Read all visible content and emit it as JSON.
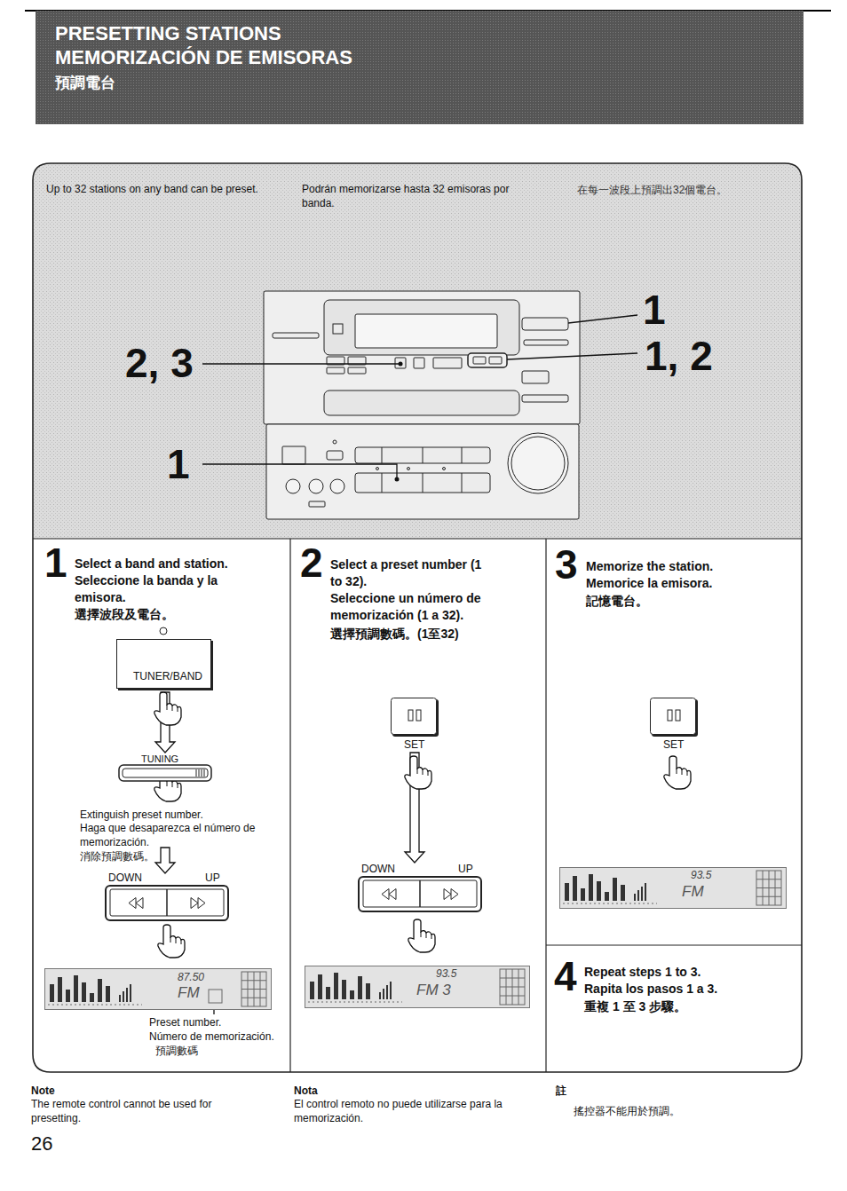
{
  "diagram": {
    "nodes": [
      {
        "text": [
          "PRESETTING STATIONS",
          "MEMORIZACIÓN DE EMISORAS",
          "預調電台"
        ]
      },
      {
        "text": [
          "1",
          "Select a band and station.",
          "Seleccione la banda y la emisora.",
          "選擇波段及電台。"
        ]
      },
      {
        "text": [
          "TUNER/BAND"
        ],
        "in": 1
      },
      {
        "text": [
          "TUNING"
        ],
        "in": 1
      },
      {
        "text": [
          "DOWN",
          "UP"
        ],
        "in": 1
      },
      {
        "text": [
          "87.50",
          "FM"
        ],
        "in": 1
      },
      {
        "text": [
          "2",
          "Select a preset number (1 to 32).",
          "Seleccione un número de memorización (1 a 32).",
          "選擇預調數碼。(1至32)"
        ]
      },
      {
        "text": [
          "SET"
        ],
        "in": 6
      },
      {
        "text": [
          "DOWN",
          "UP"
        ],
        "in": 6
      },
      {
        "text": [
          "93.5",
          "FM 3"
        ],
        "in": 6
      },
      {
        "text": [
          "3",
          "Memorize the station.",
          "Memorice la emisora.",
          "記憶電台。"
        ]
      },
      {
        "text": [
          "SET"
        ],
        "in": 10
      },
      {
        "text": [
          "93.5",
          "FM"
        ],
        "in": 10
      },
      {
        "text": [
          "4",
          "Repeat steps 1 to 3.",
          "Rapita los pasos 1 a 3.",
          "重複 1 至 3 步驟。"
        ]
      }
    ],
    "edges": [
      {
        "from": 2,
        "to": 3,
        "arrow": "to"
      },
      {
        "from": 7,
        "to": 8,
        "arrow": "to"
      }
    ],
    "labels": [
      "Up to 32 stations on any band can be preset.",
      "Podrán memorizarse hasta 32 emisoras por banda.",
      "在每一波段上預調出32個電台。",
      "1",
      "1, 2",
      "2, 3",
      "1",
      "Extinguish preset number.",
      "Haga que desaparezca el número de memorización.",
      "消除預調數碼。",
      "Preset number.",
      "Número de memorización.",
      "預調數碼",
      "Note",
      "The remote control cannot be used for presetting.",
      "Nota",
      "El control remoto no puede utilizarse para la memorización.",
      "註",
      "搖控器不能用於預調。",
      "26"
    ]
  }
}
